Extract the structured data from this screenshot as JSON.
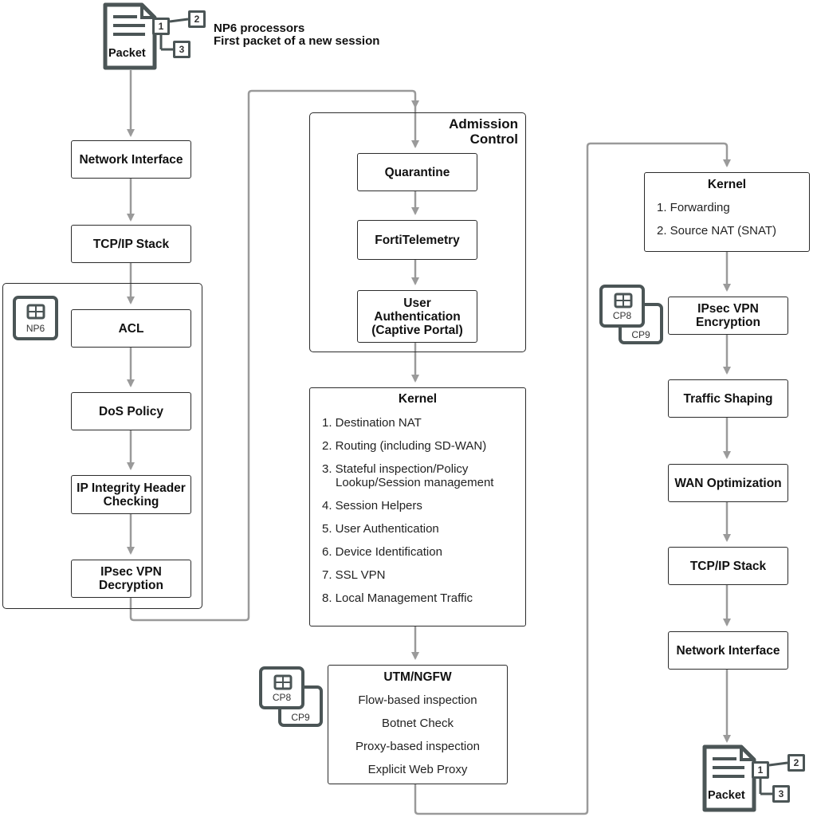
{
  "legend": {
    "line1": "NP6 processors",
    "line2": "First packet of a new session"
  },
  "packet_in": {
    "label": "Packet",
    "n1": "1",
    "n2": "2",
    "n3": "3"
  },
  "packet_out": {
    "label": "Packet",
    "n1": "1",
    "n2": "2",
    "n3": "3"
  },
  "col1": {
    "network_interface": "Network Interface",
    "tcpip_stack": "TCP/IP Stack",
    "np6_chip": "NP6",
    "acl": "ACL",
    "dos_policy": "DoS Policy",
    "ip_integrity_line1": "IP Integrity Header",
    "ip_integrity_line2": "Checking",
    "ipsec_decrypt_line1": "IPsec VPN",
    "ipsec_decrypt_line2": "Decryption"
  },
  "col2": {
    "admission_title_line1": "Admission",
    "admission_title_line2": "Control",
    "quarantine": "Quarantine",
    "fortitelemetry": "FortiTelemetry",
    "user_auth_line1": "User",
    "user_auth_line2": "Authentication",
    "user_auth_line3": "(Captive Portal)",
    "kernel_title": "Kernel",
    "kernel_items": [
      "1. Destination NAT",
      "2. Routing (including SD-WAN)",
      "3. Stateful inspection/Policy",
      "Lookup/Session management",
      "4. Session Helpers",
      "5. User Authentication",
      "6. Device Identification",
      "7. SSL VPN",
      "8. Local Management Traffic"
    ],
    "chip_front": "CP8",
    "chip_back": "CP9",
    "utm_title": "UTM/NGFW",
    "utm_items": [
      "Flow-based inspection",
      "Botnet Check",
      "Proxy-based inspection",
      "Explicit Web Proxy"
    ]
  },
  "col3": {
    "kernel_title": "Kernel",
    "kernel_items": [
      "1. Forwarding",
      "2. Source NAT (SNAT)"
    ],
    "chip_front": "CP8",
    "chip_back": "CP9",
    "ipsec_encrypt_line1": "IPsec VPN",
    "ipsec_encrypt_line2": "Encryption",
    "traffic_shaping": "Traffic Shaping",
    "wan_optimization": "WAN Optimization",
    "tcpip_stack": "TCP/IP Stack",
    "network_interface": "Network Interface"
  },
  "style": {
    "arrow_color": "#9a9a9a",
    "box_border": "#2b2b2b",
    "chip_color": "#4b5556"
  }
}
